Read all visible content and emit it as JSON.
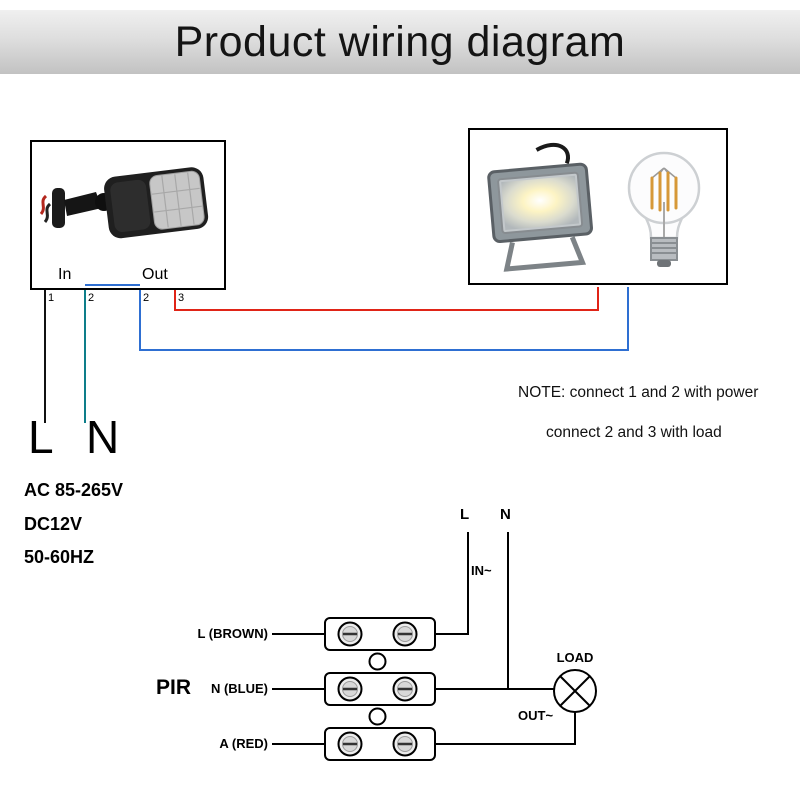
{
  "title": "Product wiring diagram",
  "sensor_box": {
    "in_label": "In",
    "out_label": "Out",
    "terminals": [
      "1",
      "2",
      "2",
      "3"
    ]
  },
  "note": {
    "line1": "NOTE: connect 1 and 2 with power",
    "line2": "connect 2 and 3 with load"
  },
  "power": {
    "line_label": "L",
    "neutral_label": "N",
    "specs": [
      "AC 85-265V",
      "DC12V",
      "50-60HZ"
    ]
  },
  "bottom_diagram": {
    "l_label": "L",
    "n_label": "N",
    "in_label": "IN~",
    "out_label": "OUT~",
    "load_label": "LOAD",
    "pir_label": "PIR",
    "terminal_rows": [
      "L (BROWN)",
      "N (BLUE)",
      "A (RED)"
    ]
  },
  "colors": {
    "wire_black": "#111111",
    "wire_teal": "#0e7e8a",
    "wire_blue": "#2e6fd2",
    "wire_red": "#e02417",
    "line_black": "#000000"
  },
  "icons": {
    "pir_sensor_icon": "black wall-mount PIR motion sensor",
    "floodlight_icon": "gray LED floodlight with lit panel",
    "led_bulb_icon": "LED filament light bulb",
    "load_lamp_icon": "circle with diagonal cross lamp symbol",
    "screw_icon": "flat-head terminal screw"
  }
}
